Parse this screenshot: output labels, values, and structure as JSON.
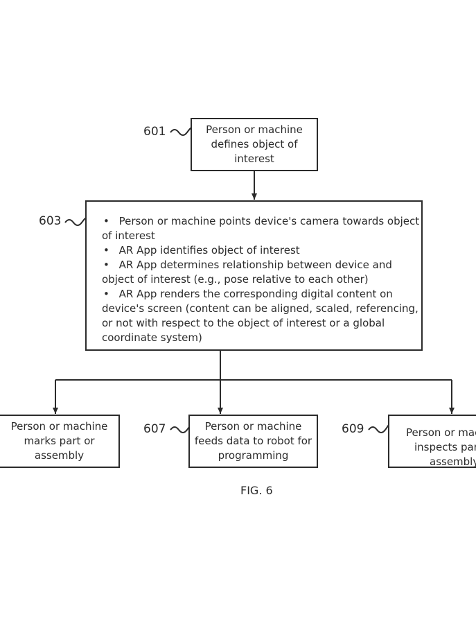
{
  "box_601": {
    "ref": "601",
    "lines": [
      "Person or machine",
      "defines object of",
      "interest"
    ]
  },
  "box_603": {
    "ref": "603",
    "bullets": [
      {
        "lines": [
          "Person or machine points device's camera towards object",
          "of interest"
        ]
      },
      {
        "lines": [
          "AR App identifies object of interest"
        ]
      },
      {
        "lines": [
          "AR App determines relationship between device and",
          "object of interest (e.g., pose relative to each other)"
        ]
      },
      {
        "lines": [
          "AR App renders the corresponding digital content on",
          "device's screen (content can be aligned, scaled, referencing,",
          "or not with respect to the object of interest or a global",
          "coordinate system)"
        ]
      }
    ]
  },
  "box_left": {
    "lines": [
      "Person or machine",
      "marks part or",
      "assembly"
    ]
  },
  "box_607": {
    "ref": "607",
    "lines": [
      "Person or machine",
      "feeds data to robot for",
      "programming"
    ]
  },
  "box_609": {
    "ref": "609",
    "lines": [
      "Person or mac",
      "inspects part",
      "assembly"
    ]
  },
  "caption": "FIG. 6"
}
